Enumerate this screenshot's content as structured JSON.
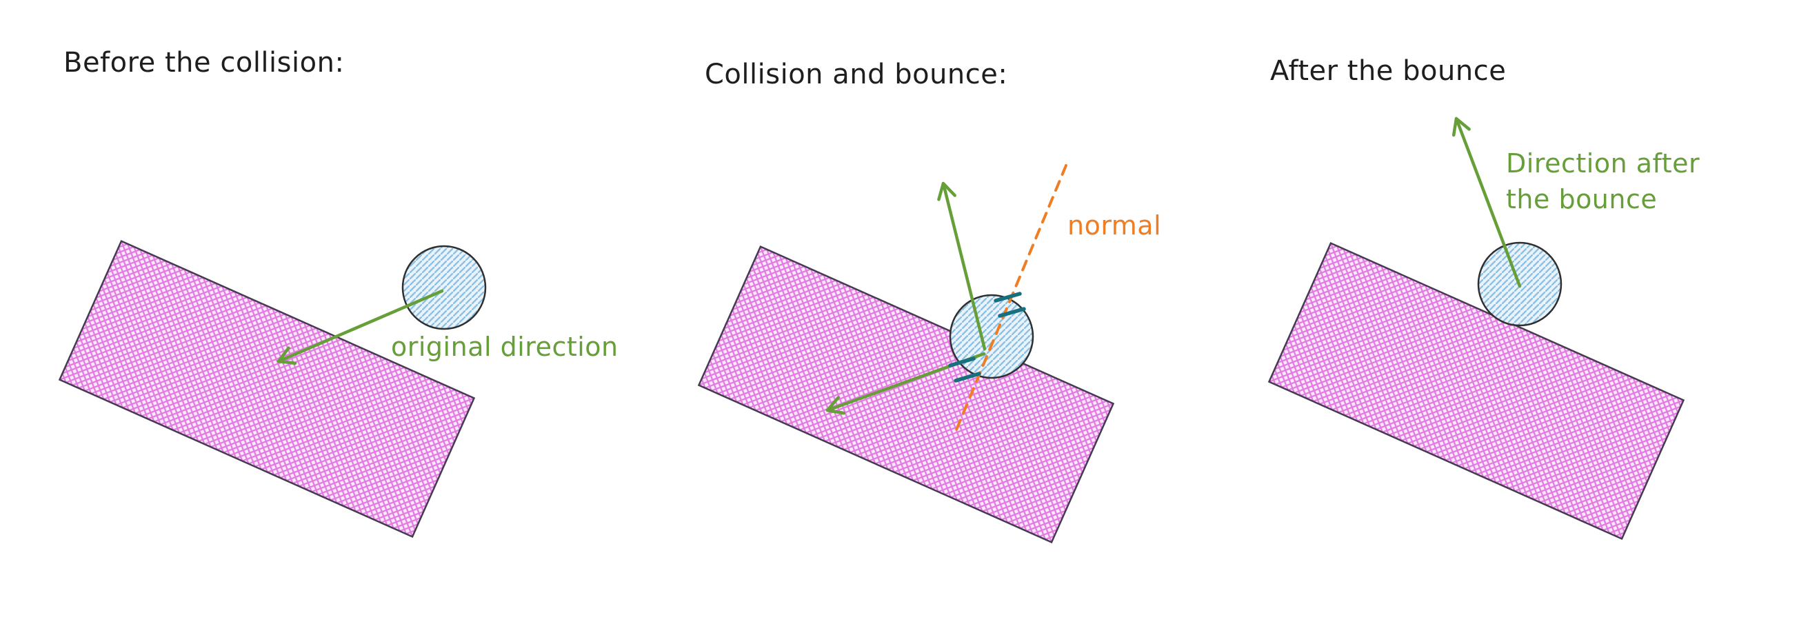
{
  "diagram": {
    "background": "#ffffff",
    "panels": [
      {
        "id": "before-collision",
        "title": "Before the collision:",
        "arrow_label": "original direction"
      },
      {
        "id": "collision-and-bounce",
        "title": "Collision and bounce:",
        "normal_label": "normal"
      },
      {
        "id": "after-bounce",
        "title": "After the bounce",
        "arrow_label_lines": [
          "Direction after",
          "the bounce"
        ]
      }
    ],
    "colors": {
      "ink": "#1e1e1e",
      "arrow_green": "#669f38",
      "normal_orange": "#ef7d23",
      "surface_hatch_magenta": "#e27ae2",
      "surface_outline": "#463a50",
      "ball_hatch_blue": "#8cc0e2",
      "ball_outline": "#2f2f2f",
      "angle_marks_teal": "#17707e"
    }
  }
}
